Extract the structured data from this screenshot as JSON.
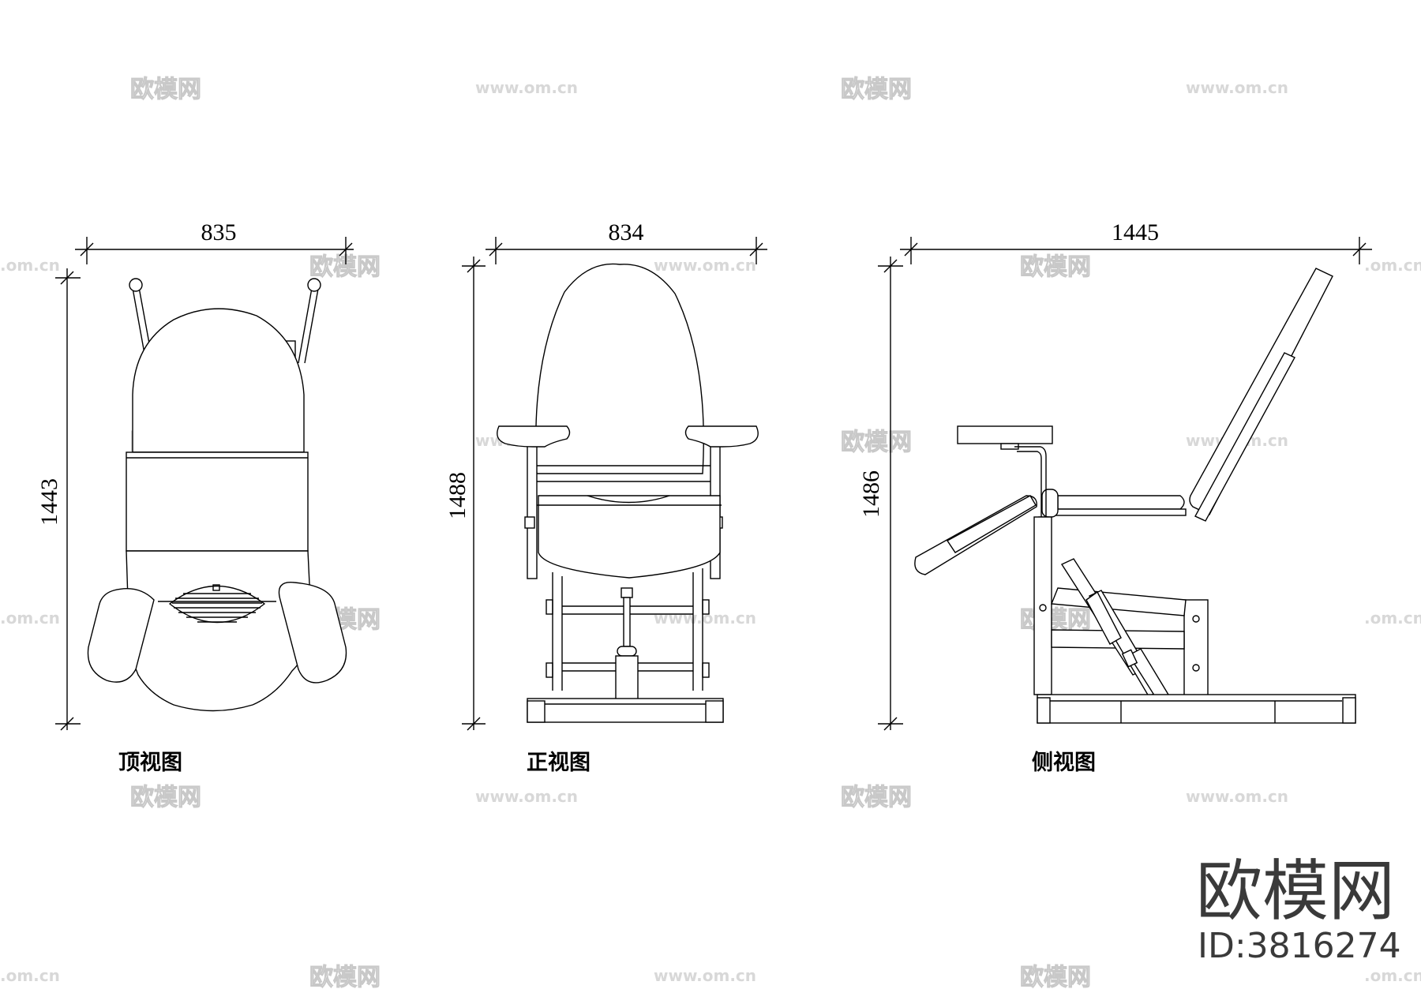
{
  "views": {
    "top": {
      "caption": "顶视图",
      "width_dim": "835",
      "height_dim": "1443"
    },
    "front": {
      "caption": "正视图",
      "width_dim": "834",
      "height_dim": "1488"
    },
    "side": {
      "caption": "侧视图",
      "width_dim": "1445",
      "height_dim": "1486"
    }
  },
  "watermark": {
    "logo_text": "欧模网",
    "url_text": "www.om.cn",
    "edge_text": ".om.cn"
  },
  "brand": {
    "name": "欧模网",
    "id_label": "ID:3816274"
  }
}
